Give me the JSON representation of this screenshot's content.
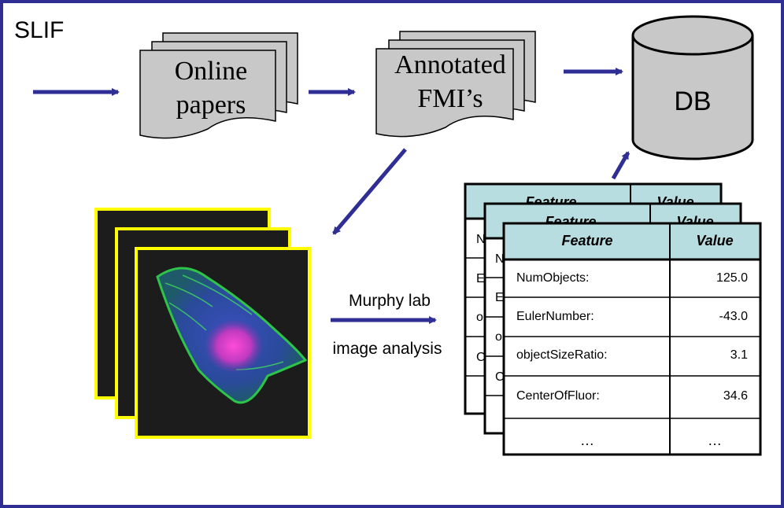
{
  "title": "SLIF",
  "nodes": {
    "online_papers": {
      "line1": "Online",
      "line2": "papers"
    },
    "annotated_fmis": {
      "line1": "Annotated",
      "line2": "FMI’s"
    },
    "db": {
      "label": "DB"
    }
  },
  "process": {
    "line1": "Murphy lab",
    "line2": "image analysis"
  },
  "feature_tables": {
    "header": {
      "feature": "Feature",
      "value": "Value"
    },
    "back_row_initials": [
      "N",
      "E",
      "o",
      "C"
    ],
    "rows": [
      {
        "feature": "NumObjects:",
        "value": "125.0"
      },
      {
        "feature": "EulerNumber:",
        "value": "-43.0"
      },
      {
        "feature": "objectSizeRatio:",
        "value": "3.1"
      },
      {
        "feature": "CenterOfFluor:",
        "value": "34.6"
      },
      {
        "feature": "…",
        "value": "…"
      }
    ]
  },
  "colors": {
    "border": "#2e2e94",
    "arrow": "#2e2e94",
    "doc_fill": "#c8c8c8",
    "table_header": "#b7dde0",
    "image_frame": "#ffff00",
    "image_bg": "#1c1c1c"
  }
}
